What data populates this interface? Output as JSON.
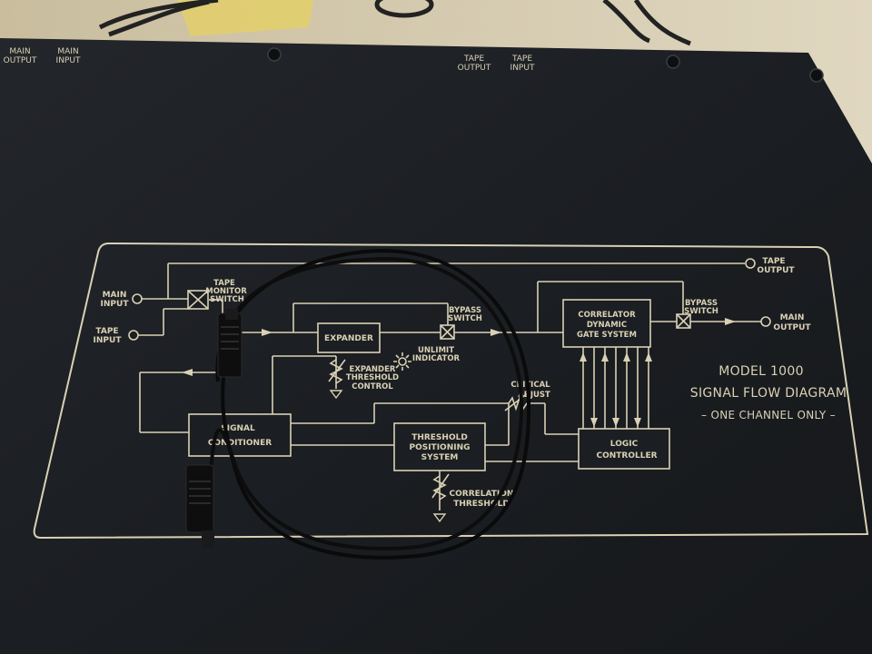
{
  "rear_labels": {
    "main_output": [
      "MAIN",
      "OUTPUT"
    ],
    "main_input": [
      "MAIN",
      "INPUT"
    ],
    "tape_output": [
      "TAPE",
      "OUTPUT"
    ],
    "tape_input": [
      "TAPE",
      "INPUT"
    ]
  },
  "diagram": {
    "main_input": [
      "MAIN",
      "INPUT"
    ],
    "tape_input": [
      "TAPE",
      "INPUT"
    ],
    "tape_monitor_switch": [
      "TAPE",
      "MONITOR",
      "SWITCH"
    ],
    "expander": "EXPANDER",
    "bypass_switch_1": [
      "BYPASS",
      "SWITCH"
    ],
    "unlimit_indicator": [
      "UNLIMIT",
      "INDICATOR"
    ],
    "expander_threshold_control": [
      "EXPANDER",
      "THRESHOLD",
      "CONTROL"
    ],
    "signal_conditioner": [
      "SIGNAL",
      "CONDITIONER"
    ],
    "threshold_positioning_system": [
      "THRESHOLD",
      "POSITIONING",
      "SYSTEM"
    ],
    "correlation_threshold": [
      "CORRELATION",
      "THRESHOLD"
    ],
    "critical_adjust": [
      "CRITICAL",
      "ADJUST"
    ],
    "correlator": [
      "CORRELATOR",
      "DYNAMIC",
      "GATE SYSTEM"
    ],
    "logic_controller": [
      "LOGIC",
      "CONTROLLER"
    ],
    "bypass_switch_2": [
      "BYPASS",
      "SWITCH"
    ],
    "main_output": [
      "MAIN",
      "OUTPUT"
    ],
    "tape_output": [
      "TAPE",
      "OUTPUT"
    ],
    "model": "MODEL 1000",
    "subtitle": "SIGNAL FLOW DIAGRAM",
    "note": "– ONE CHANNEL ONLY –"
  },
  "colors": {
    "panel": "#1b1e22",
    "silkscreen": "#d9d1b4",
    "background": "#cfc4a8",
    "cable": "#0a0a0a"
  }
}
